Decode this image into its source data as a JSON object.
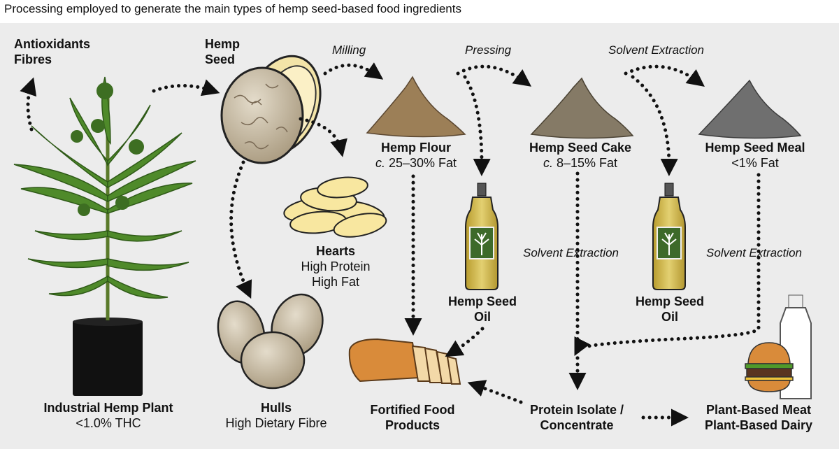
{
  "title": "Processing employed to generate the main types of hemp seed-based food ingredients",
  "colors": {
    "panel": "#ececec",
    "leaf": "#4f8a2a",
    "seed": "#cfc3ad",
    "flour": "#9c7f57",
    "cake": "#857a66",
    "meal": "#6f6f6f",
    "oil": "#cdb64c"
  },
  "labels": {
    "antioxidants": "Antioxidants",
    "fibres": "Fibres",
    "hemp_seed_1": "Hemp",
    "hemp_seed_2": "Seed",
    "plant_name": "Industrial Hemp Plant",
    "plant_thc": "<1.0% THC",
    "hulls": "Hulls",
    "hulls_desc": "High Dietary Fibre",
    "hearts": "Hearts",
    "hearts_desc1": "High Protein",
    "hearts_desc2": "High Fat",
    "flour": "Hemp Flour",
    "flour_fat_c": "c.",
    "flour_fat": " 25–30% Fat",
    "cake": "Hemp Seed Cake",
    "cake_fat_c": "c.",
    "cake_fat": " 8–15% Fat",
    "meal": "Hemp Seed Meal",
    "meal_fat": "<1% Fat",
    "oil1_a": "Hemp Seed",
    "oil1_b": "Oil",
    "oil2_a": "Hemp Seed",
    "oil2_b": "Oil",
    "fortified_a": "Fortified Food",
    "fortified_b": "Products",
    "protein_a": "Protein Isolate /",
    "protein_b": "Concentrate",
    "pb_meat": "Plant-Based Meat",
    "pb_dairy": "Plant-Based Dairy"
  },
  "processes": {
    "milling": "Milling",
    "pressing": "Pressing",
    "solvent_top": "Solvent Extraction",
    "solvent_mid1": "Solvent Extraction",
    "solvent_mid2": "Solvent Extraction"
  }
}
